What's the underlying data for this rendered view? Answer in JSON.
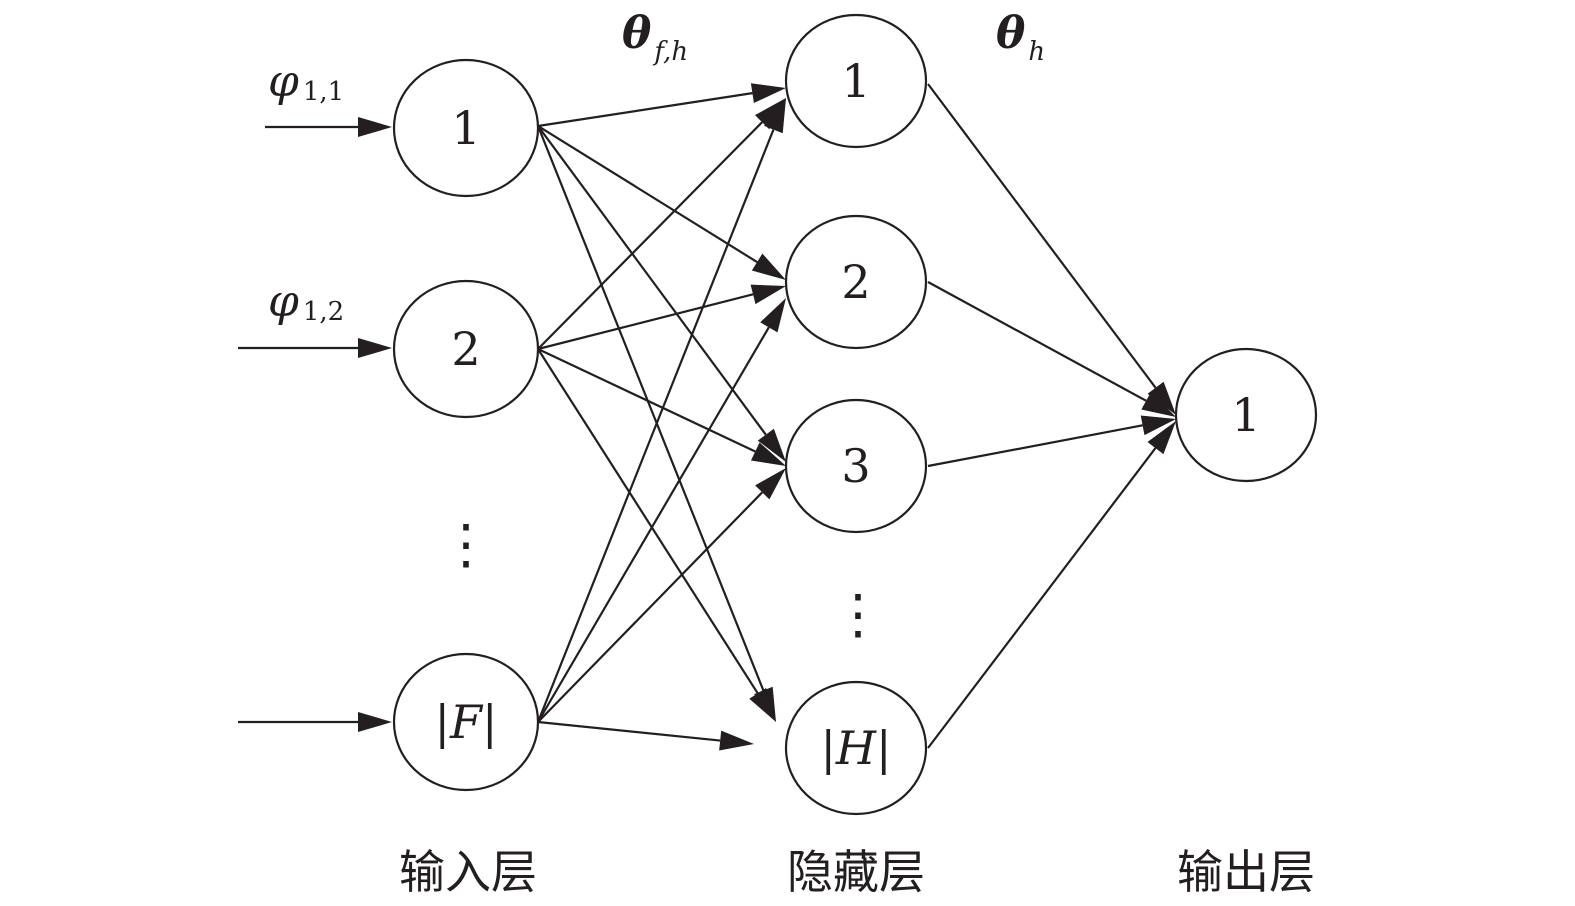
{
  "layers": {
    "input": {
      "label": "输入层",
      "nodes": [
        "1",
        "2",
        "|F|"
      ],
      "ellipsis": "⋮"
    },
    "hidden": {
      "label": "隐藏层",
      "nodes": [
        "1",
        "2",
        "3",
        "|H|"
      ],
      "ellipsis": "⋮"
    },
    "output": {
      "label": "输出层",
      "nodes": [
        "1"
      ]
    }
  },
  "inputs": [
    {
      "symbol": "φ",
      "subscript": "1,1"
    },
    {
      "symbol": "φ",
      "subscript": "1,2"
    },
    {
      "symbol": "",
      "subscript": ""
    }
  ],
  "weights": {
    "input_hidden": {
      "symbol": "θ",
      "subscript": "f,h"
    },
    "hidden_output": {
      "symbol": "θ",
      "subscript": "h"
    }
  },
  "colors": {
    "stroke": "#231f20",
    "background": "#ffffff"
  }
}
